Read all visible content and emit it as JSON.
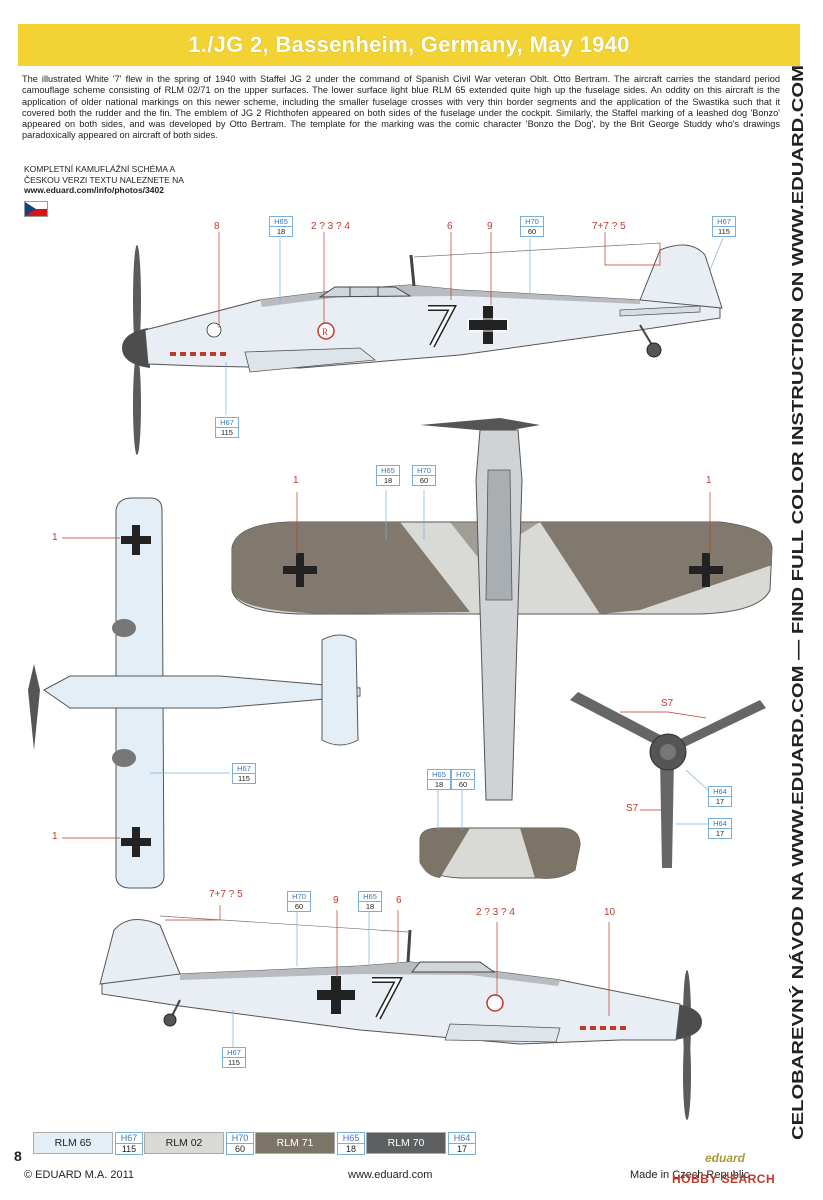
{
  "title": "1./JG 2, Bassenheim, Germany, May 1940",
  "intro": "The illustrated White '7' flew in the spring of 1940 with Staffel JG 2 under the command of Spanish Civil War veteran Oblt. Otto Bertram. The aircraft carries the standard period camouflage scheme consisting of RLM 02/71 on the upper surfaces. The lower surface light blue RLM 65 extended quite high up the fuselage sides. An oddity on this aircraft is the application of older national markings on this newer scheme, including the smaller fuselage crosses with very thin border segments and the application of the Swastika such that it covered both the rudder and the fin. The emblem of JG 2 Richthofen appeared on both sides of the fuselage under the cockpit. Similarly, the Staffel marking of a leashed dog 'Bonzo' appeared on both sides, and was developed by Otto Bertram. The template for the marking was the comic character 'Bonzo the Dog', by the Brit George Studdy who's drawings paradoxically appeared on aircraft of both sides.",
  "czech": {
    "line1": "KOMPLETNÍ KAMUFLÁŽNÍ SCHÉMA A",
    "line2": "ČESKOU VERZI TEXTU NALEZNETE NA",
    "url": "www.eduard.com/info/photos/3402"
  },
  "side_text": "CELOBAREVNÝ NÁVOD NA WWW.EDUARD.COM — FIND FULL COLOR INSTRUCTION ON WWW.EDUARD.COM",
  "leaders": {
    "top_8": "8",
    "top_234": "2 ? 3 ? 4",
    "top_6": "6",
    "top_9": "9",
    "top_75": "7+7 ? 5",
    "left_1a": "1",
    "left_1b": "1",
    "plan_1a": "1",
    "plan_1b": "1",
    "s7a": "S7",
    "s7b": "S7",
    "bot_75": "7+7 ? 5",
    "bot_9": "9",
    "bot_6": "6",
    "bot_234": "2 ? 3 ? 4",
    "bot_10": "10"
  },
  "codes": {
    "h65": "H65",
    "v18": "18",
    "h70": "H70",
    "v60": "60",
    "h67": "H67",
    "v115": "115",
    "h64": "H64",
    "v17": "17"
  },
  "swatches": [
    {
      "name": "RLM 65",
      "h": "H67",
      "n": "115",
      "color": "#e4eef6"
    },
    {
      "name": "RLM 02",
      "h": "H70",
      "n": "60",
      "color": "#d9d9d6"
    },
    {
      "name": "RLM 71",
      "h": "H65",
      "n": "18",
      "color": "#7d7468"
    },
    {
      "name": "RLM 70",
      "h": "H64",
      "n": "17",
      "color": "#5d5f60"
    }
  ],
  "footer": {
    "page": "8",
    "copyright": "© EDUARD  M.A. 2011",
    "website": "www.eduard.com",
    "made": "Made in Czech Republic",
    "logo": "eduard",
    "watermark": "HOBBY SEARCH"
  },
  "colors": {
    "banner": "#f3d233",
    "rlm65": "#e4eef6",
    "rlm02": "#d9d9d6",
    "rlm71": "#7d7468",
    "accent": "#c0392b"
  }
}
